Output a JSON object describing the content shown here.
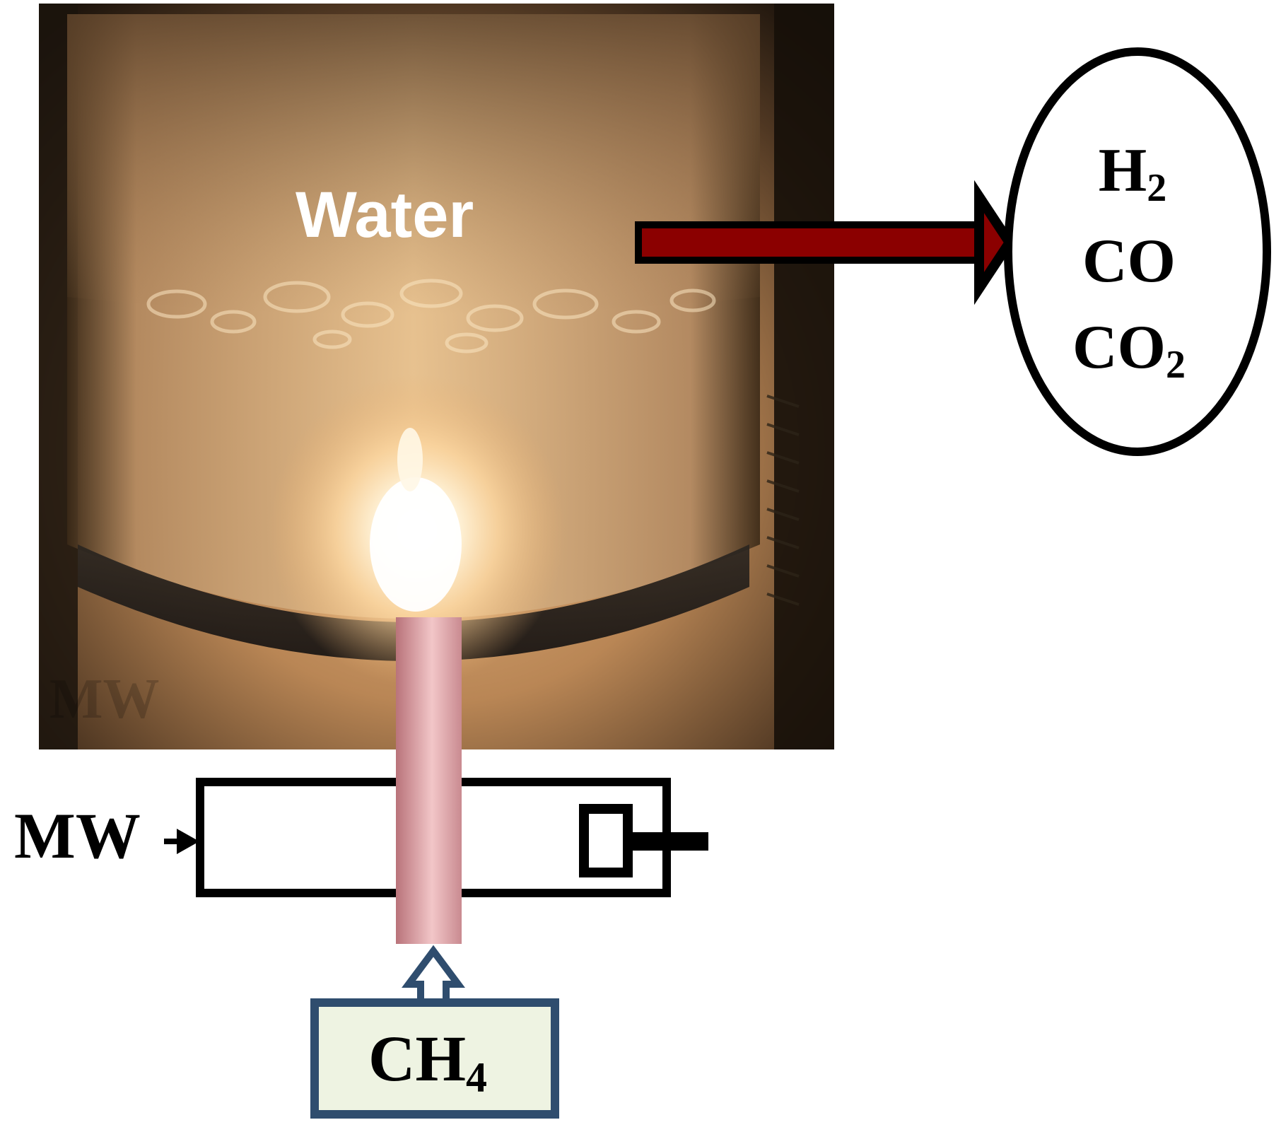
{
  "photo": {
    "water_label": "Water",
    "faint_label": "MW"
  },
  "products": {
    "h2": {
      "base": "H",
      "sub": "2"
    },
    "co": {
      "text": "CO"
    },
    "co2": {
      "base": "CO",
      "sub": "2"
    }
  },
  "waveguide": {
    "label": "MW"
  },
  "feed": {
    "gas": {
      "base": "CH",
      "sub": "4"
    }
  },
  "colors": {
    "arrow_fill": "#8b0000",
    "tube_light": "#f2c6c8",
    "tube_dark": "#b9737a",
    "gas_box_fill": "#eef3e2",
    "gas_box_stroke": "#2f4d6e",
    "outline": "#000000",
    "label_white": "#ffffff"
  },
  "icons": {
    "flame": "flame-icon",
    "arrow": "arrow-right-icon",
    "feed_arrow": "arrow-up-icon"
  }
}
